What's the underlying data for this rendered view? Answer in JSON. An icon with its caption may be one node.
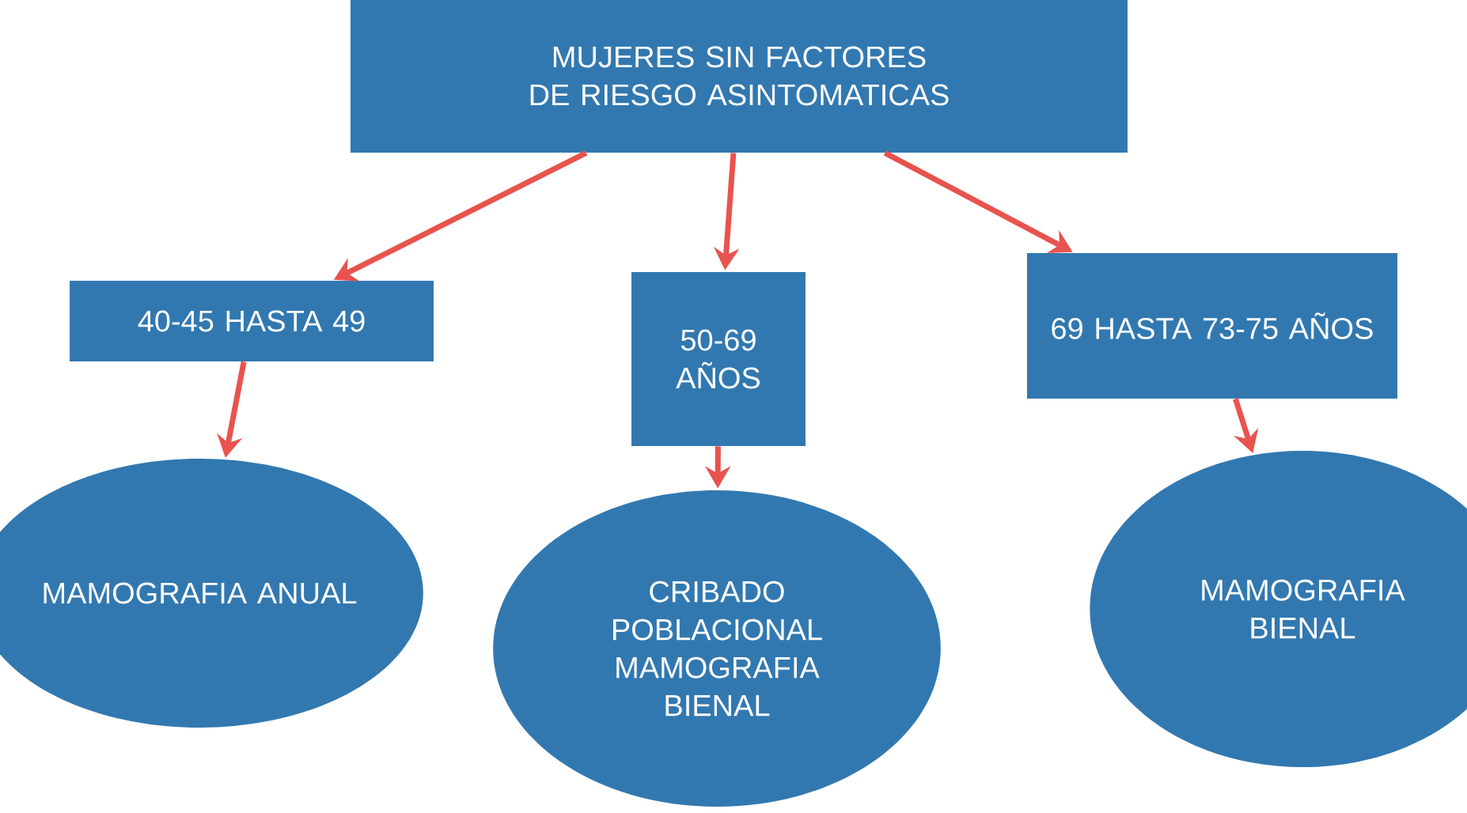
{
  "diagram": {
    "nodes": [
      {
        "text": [
          "MUJERES SIN FACTORES DE RIESGO ASINTOMATICAS"
        ]
      },
      {
        "text": [
          "40-45 HASTA 49"
        ]
      },
      {
        "text": [
          "50-69 AÑOS"
        ]
      },
      {
        "text": [
          "69 HASTA 73-75 AÑOS"
        ]
      },
      {
        "text": [
          "MAMOGRAFIA ANUAL"
        ]
      },
      {
        "text": [
          "CRIBADO POBLACIONAL MAMOGRAFIA BIENAL"
        ]
      },
      {
        "text": [
          "MAMOGRAFIA BIENAL"
        ]
      }
    ],
    "edges": [
      {
        "from": 0,
        "to": 1,
        "arrow": "to"
      },
      {
        "from": 0,
        "to": 2,
        "arrow": "to"
      },
      {
        "from": 0,
        "to": 3,
        "arrow": "to"
      },
      {
        "from": 1,
        "to": 4,
        "arrow": "to"
      },
      {
        "from": 2,
        "to": 5,
        "arrow": "to"
      },
      {
        "from": 3,
        "to": 6,
        "arrow": "to"
      }
    ]
  }
}
